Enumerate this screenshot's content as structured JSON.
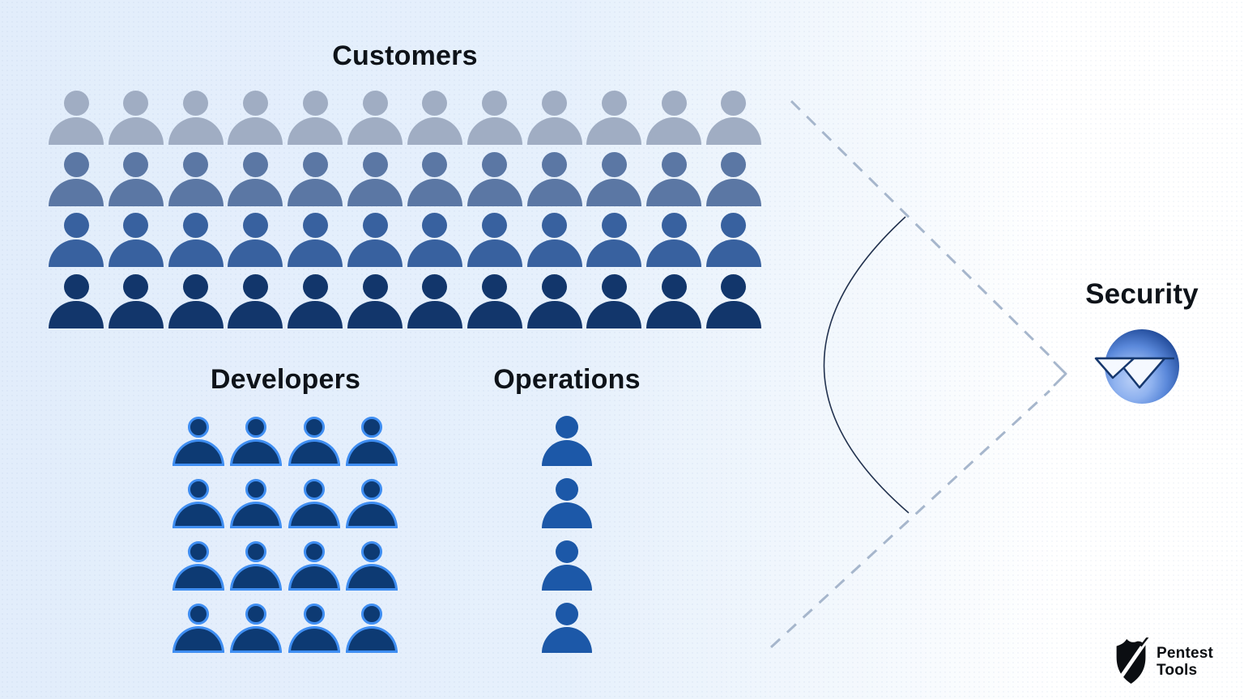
{
  "groups": {
    "customers": {
      "label": "Customers",
      "rows": 4,
      "cols": 12,
      "count": 48,
      "row_colors": [
        "#a0adc3",
        "#5b77a4",
        "#38619f",
        "#12366b"
      ]
    },
    "developers": {
      "label": "Developers",
      "rows": 4,
      "cols": 4,
      "count": 16,
      "fill": "#0d3a73",
      "outline": "#3f8ef2"
    },
    "operations": {
      "label": "Operations",
      "rows": 4,
      "cols": 1,
      "count": 4,
      "fill": "#1c58a8"
    }
  },
  "security": {
    "label": "Security",
    "sphere_dark": "#143068",
    "sphere_light": "#b9cff7",
    "glyph_fill": "#f5f9ff",
    "glyph_outline": "#16386e"
  },
  "funnel": {
    "dash_color": "#a6b6cc",
    "arc_color": "#22324f"
  },
  "logo": {
    "line1": "Pentest",
    "line2": "Tools",
    "color": "#0b0e12"
  }
}
